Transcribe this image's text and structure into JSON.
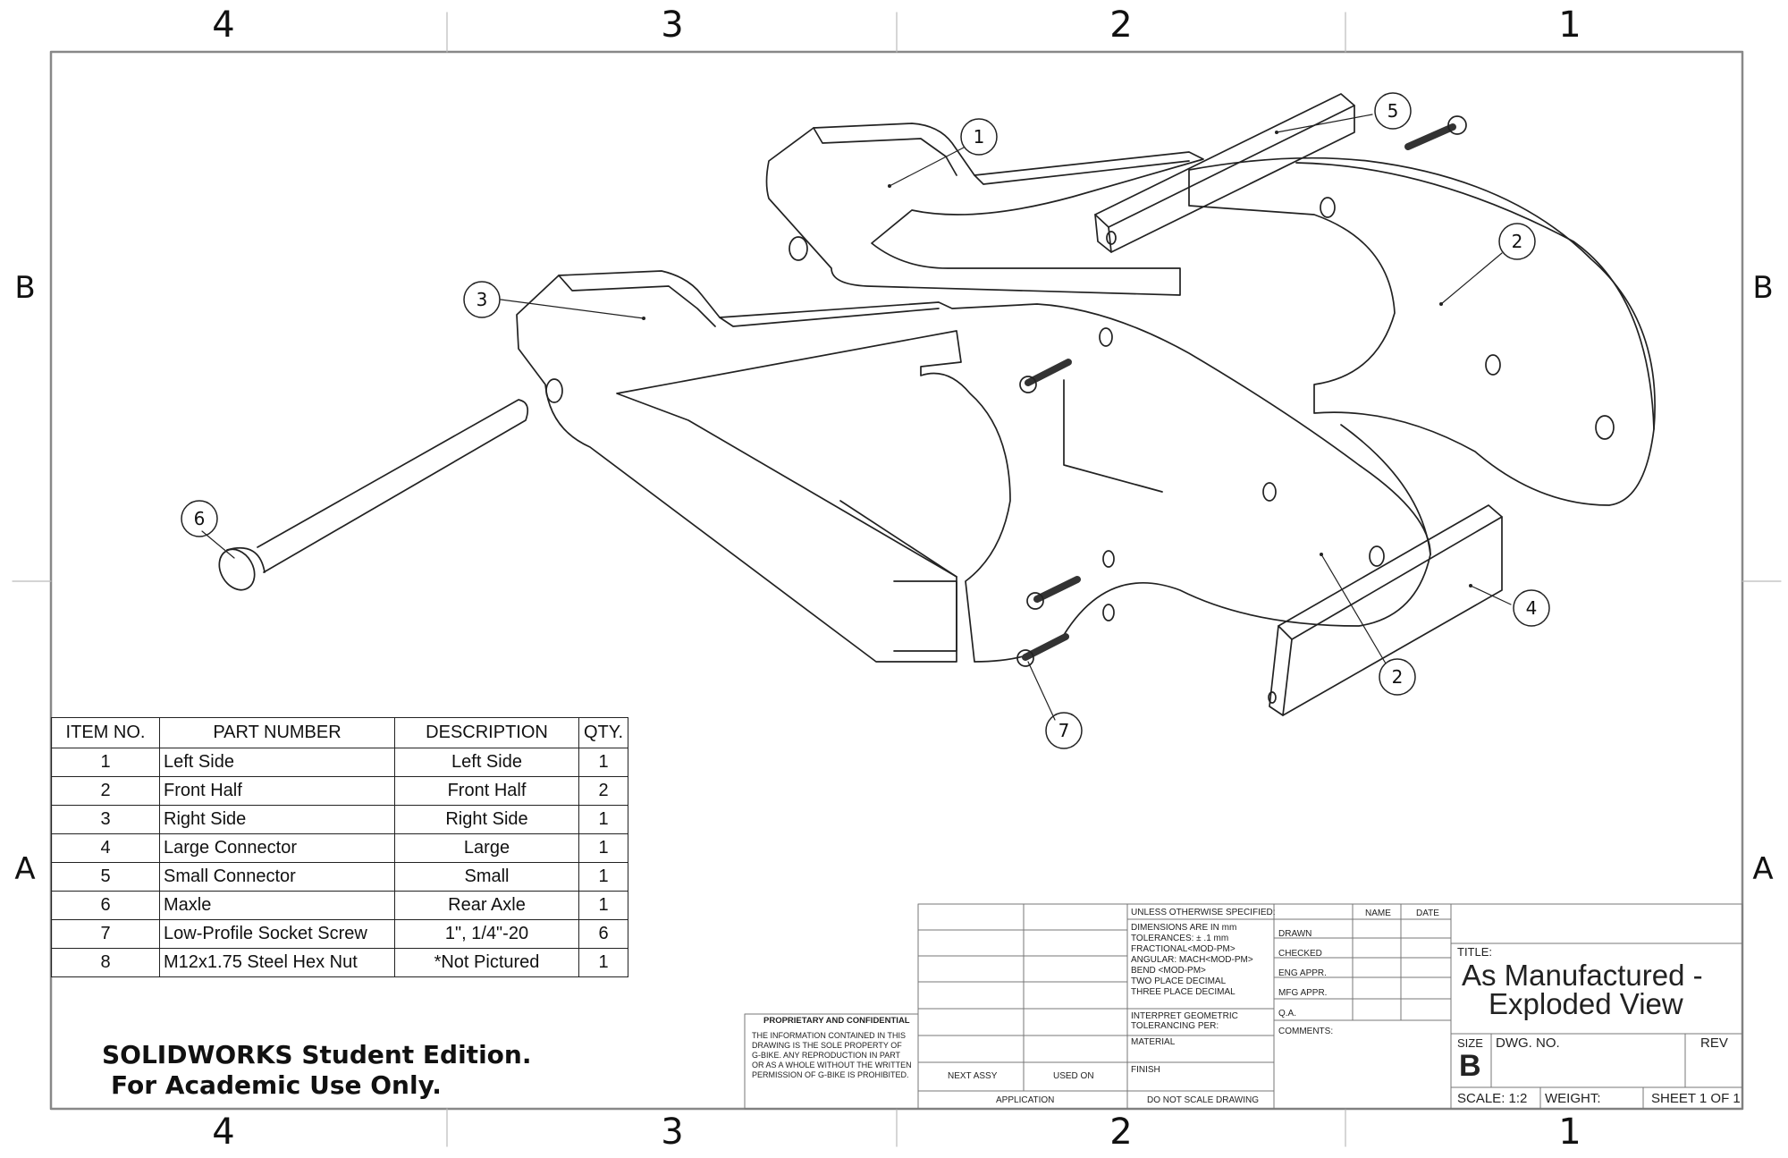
{
  "zones": {
    "columns_top": [
      "4",
      "3",
      "2",
      "1"
    ],
    "columns_bottom": [
      "4",
      "3",
      "2",
      "1"
    ],
    "rows_left": [
      "B",
      "A"
    ],
    "rows_right": [
      "B",
      "A"
    ]
  },
  "callouts": [
    "1",
    "2",
    "2",
    "3",
    "4",
    "5",
    "6",
    "7"
  ],
  "bom": {
    "headers": [
      "ITEM NO.",
      "PART NUMBER",
      "DESCRIPTION",
      "QTY."
    ],
    "rows": [
      [
        "1",
        "Left Side",
        "Left Side",
        "1"
      ],
      [
        "2",
        "Front Half",
        "Front Half",
        "2"
      ],
      [
        "3",
        "Right Side",
        "Right Side",
        "1"
      ],
      [
        "4",
        "Large Connector",
        "Large",
        "1"
      ],
      [
        "5",
        "Small Connector",
        "Small",
        "1"
      ],
      [
        "6",
        "Maxle",
        "Rear Axle",
        "1"
      ],
      [
        "7",
        "Low-Profile Socket Screw",
        "1\", 1/4\"-20",
        "6"
      ],
      [
        "8",
        "M12x1.75 Steel Hex Nut",
        "*Not Pictured",
        "1"
      ]
    ]
  },
  "edition": {
    "line1": "SOLIDWORKS Student Edition.",
    "line2": "For Academic Use Only."
  },
  "title_block": {
    "proprietary_title": "PROPRIETARY AND CONFIDENTIAL",
    "proprietary_lines": [
      "THE INFORMATION CONTAINED IN THIS",
      "DRAWING IS THE SOLE PROPERTY OF",
      "G-BIKE.  ANY REPRODUCTION IN PART",
      "OR AS A WHOLE WITHOUT THE WRITTEN",
      "PERMISSION OF G-BIKE IS PROHIBITED."
    ],
    "next_assy": "NEXT ASSY",
    "used_on": "USED ON",
    "application": "APPLICATION",
    "unless": "UNLESS OTHERWISE SPECIFIED:",
    "tolerance_lines": [
      "DIMENSIONS ARE IN mm",
      "TOLERANCES: ± .1 mm",
      "FRACTIONAL<MOD-PM>",
      "ANGULAR: MACH<MOD-PM>",
      "BEND <MOD-PM>",
      "TWO PLACE DECIMAL",
      "THREE PLACE DECIMAL"
    ],
    "interpret": [
      "INTERPRET GEOMETRIC",
      "TOLERANCING PER:"
    ],
    "material": "MATERIAL",
    "finish": "FINISH",
    "do_not_scale": "DO NOT SCALE DRAWING",
    "name": "NAME",
    "date": "DATE",
    "approvals": [
      "DRAWN",
      "CHECKED",
      "ENG APPR.",
      "MFG APPR.",
      "Q.A."
    ],
    "comments": "COMMENTS:",
    "title_label": "TITLE:",
    "title_line1": "As Manufactured -",
    "title_line2": "Exploded View",
    "size_label": "SIZE",
    "size_value": "B",
    "dwg_no": "DWG.  NO.",
    "rev": "REV",
    "scale": "SCALE: 1:2",
    "weight": "WEIGHT:",
    "sheet": "SHEET 1 OF 1"
  }
}
